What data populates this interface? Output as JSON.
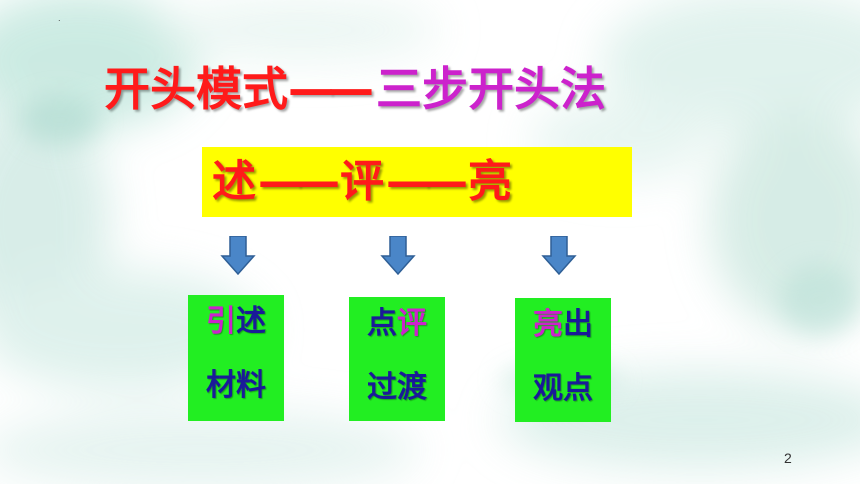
{
  "slide": {
    "corner_mark": ".",
    "title_main": "开头模式",
    "title_dash": "——",
    "title_sub": "三步开头法",
    "banner": {
      "w1": "述",
      "dash1": "——",
      "w2": "评",
      "dash2": "——",
      "w3": "亮"
    },
    "boxes": [
      {
        "line1_a": "引",
        "line1_b": "述",
        "line2": "材料"
      },
      {
        "line1_a": "点",
        "line1_b": "评",
        "line2": "过渡"
      },
      {
        "line1_a": "亮",
        "line1_b": "出",
        "line2": "观点"
      }
    ],
    "page_number": "2"
  },
  "colors": {
    "title_red": "#ff1a1a",
    "title_magenta": "#cc22cc",
    "banner_yellow": "#ffff00",
    "box_green": "#22ee22",
    "box_text_navy": "#1a1a99",
    "arrow_blue": "#4a86c8"
  },
  "icons": {
    "arrow": "down-arrow-icon"
  }
}
